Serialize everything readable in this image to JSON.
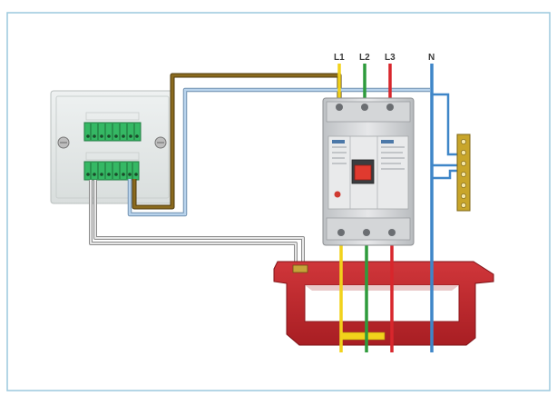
{
  "phase_labels": {
    "l1": "L1",
    "l2": "L2",
    "l3": "L3",
    "n": "N"
  },
  "colors": {
    "frame": "#9cc9dd",
    "background": "#ffffff",
    "l1_wire": "#f2d21b",
    "l2_wire": "#2e9b3c",
    "l3_wire": "#d8262c",
    "n_wire": "#3f86c8",
    "brown_wire": "#8a6a1e",
    "light_blue_wire": "#a9c8e4",
    "white_wire": "#d9d9d9",
    "current_transformer": "#c0262b",
    "breaker_body": "#c9cbcd",
    "breaker_handle": "#e03a2f",
    "terminal_green": "#35b864",
    "neutral_bar": "#c8a52a"
  }
}
